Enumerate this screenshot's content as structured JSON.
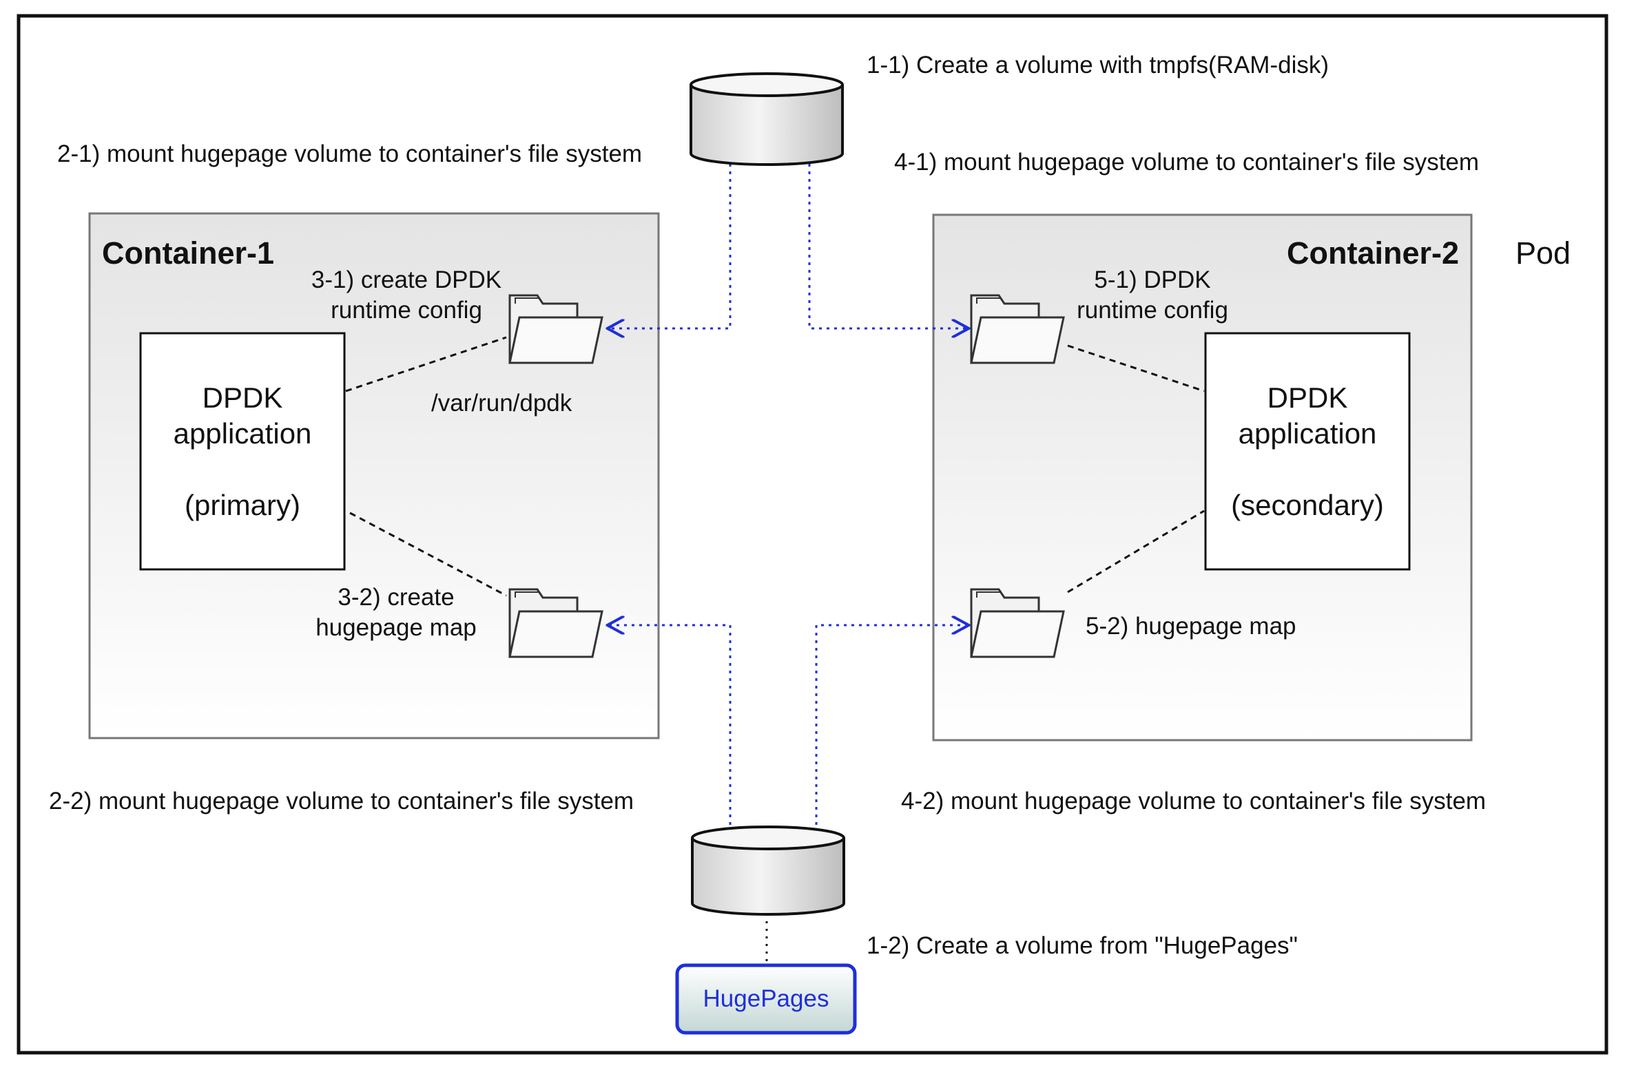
{
  "pod_label": "Pod",
  "containers": [
    {
      "title": "Container-1",
      "app": {
        "line1": "DPDK",
        "line2": "application",
        "role": "(primary)"
      }
    },
    {
      "title": "Container-2",
      "app": {
        "line1": "DPDK",
        "line2": "application",
        "role": "(secondary)"
      }
    }
  ],
  "steps": {
    "s1_1": "1-1) Create a volume with tmpfs(RAM-disk)",
    "s1_2": "1-2) Create a volume from \"HugePages\"",
    "s2_1": "2-1) mount hugepage volume to container's file system",
    "s2_2": "2-2) mount hugepage volume to container's file system",
    "s3_1_a": "3-1) create DPDK",
    "s3_1_b": "runtime config",
    "s3_2_a": "3-2) create",
    "s3_2_b": "hugepage map",
    "s4_1": "4-1) mount hugepage volume to container's file system",
    "s4_2": "4-2) mount hugepage volume to container's file system",
    "s5_1_a": "5-1) DPDK",
    "s5_1_b": "runtime config",
    "s5_2": "5-2)  hugepage map"
  },
  "path_label": "/var/run/dpdk",
  "hugepages_label": "HugePages",
  "colors": {
    "link_blue": "#1f2fd8",
    "container_border": "#777777",
    "container_fill_top": "#e6e6e6",
    "cylinder_fill": "#dddddd",
    "hugepages_fill_top": "#ffffff",
    "hugepages_fill_bottom": "#c5d8d6"
  },
  "icons": [
    "database-icon",
    "folder-icon"
  ]
}
